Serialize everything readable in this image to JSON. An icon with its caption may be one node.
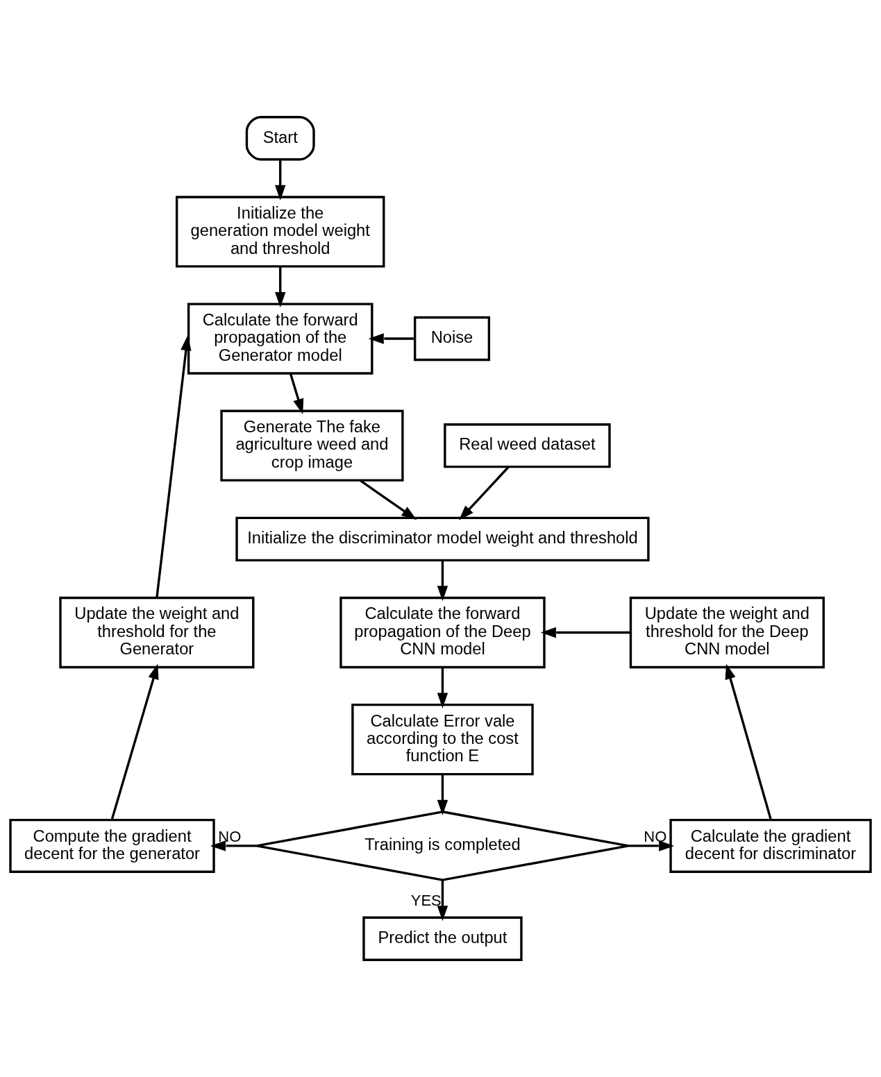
{
  "diagram": {
    "nodes": [
      {
        "text": [
          "Start"
        ]
      },
      {
        "text": [
          "Initialize the generation model weight and threshold"
        ]
      },
      {
        "text": [
          "Noise"
        ]
      },
      {
        "text": [
          "Calculate the forward propagation of the Generator model"
        ]
      },
      {
        "text": [
          "Generate The fake agriculture weed and crop image"
        ]
      },
      {
        "text": [
          "Real weed dataset"
        ]
      },
      {
        "text": [
          "Initialize the discriminator model weight and threshold"
        ]
      },
      {
        "text": [
          "Update the weight and threshold for the Generator"
        ]
      },
      {
        "text": [
          "Calculate the forward propagation of the Deep CNN model"
        ]
      },
      {
        "text": [
          "Update the weight and threshold for the Deep CNN model"
        ]
      },
      {
        "text": [
          "Calculate Error vale according to the cost function E"
        ]
      },
      {
        "text": [
          "Compute the gradient decent for the generator"
        ]
      },
      {
        "text": [
          "Calculate the gradient decent for discriminator"
        ]
      },
      {
        "text": [
          "Training is completed"
        ]
      },
      {
        "text": [
          "Predict the output"
        ]
      }
    ],
    "edges": [
      {
        "from": 0,
        "to": 1,
        "arrow": "to"
      },
      {
        "from": 1,
        "to": 3,
        "arrow": "to"
      },
      {
        "from": 2,
        "to": 3,
        "arrow": "to"
      },
      {
        "from": 3,
        "to": 4,
        "arrow": "to"
      },
      {
        "from": 4,
        "to": 6,
        "arrow": "to"
      },
      {
        "from": 5,
        "to": 6,
        "arrow": "to"
      },
      {
        "from": 6,
        "to": 8,
        "arrow": "to"
      },
      {
        "from": 8,
        "to": 10,
        "arrow": "to"
      },
      {
        "from": 10,
        "to": 13,
        "arrow": "to"
      },
      {
        "from": 13,
        "to": 11,
        "arrow": "to",
        "label": "NO"
      },
      {
        "from": 13,
        "to": 12,
        "arrow": "to",
        "label": "NO"
      },
      {
        "from": 13,
        "to": 14,
        "arrow": "to",
        "label": "YES"
      },
      {
        "from": 11,
        "to": 7,
        "arrow": "to"
      },
      {
        "from": 7,
        "to": 3,
        "arrow": "to"
      },
      {
        "from": 12,
        "to": 9,
        "arrow": "to"
      },
      {
        "from": 9,
        "to": 8,
        "arrow": "to"
      }
    ]
  }
}
